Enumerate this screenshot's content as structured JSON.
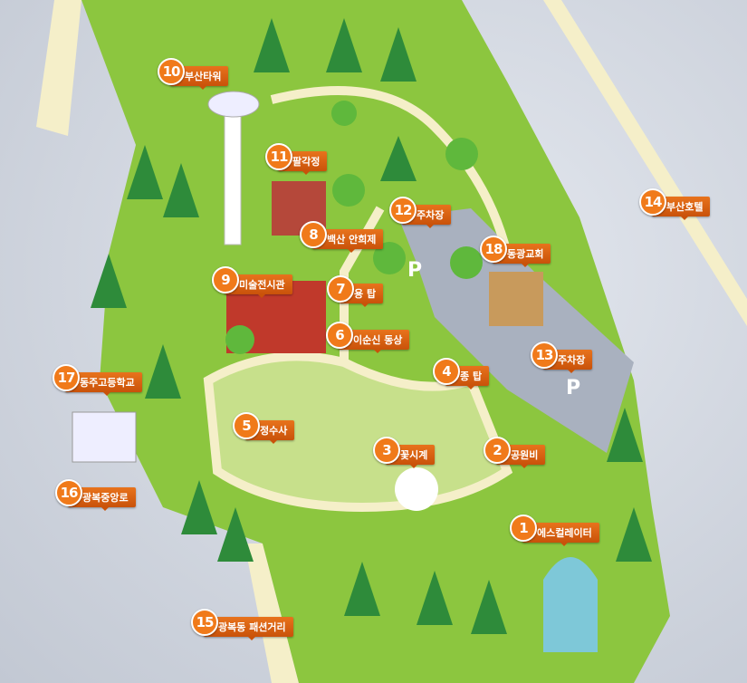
{
  "title": "용두산공원 안내도",
  "markers": [
    {
      "num": "1",
      "label": "에스컬레이터"
    },
    {
      "num": "2",
      "label": "공원비"
    },
    {
      "num": "3",
      "label": "꽃시계"
    },
    {
      "num": "4",
      "label": "종 탑"
    },
    {
      "num": "5",
      "label": "정수사"
    },
    {
      "num": "6",
      "label": "이순신 동상"
    },
    {
      "num": "7",
      "label": "용 탑"
    },
    {
      "num": "8",
      "label": "백산 안희제"
    },
    {
      "num": "9",
      "label": "미술전시관"
    },
    {
      "num": "10",
      "label": "부산타워"
    },
    {
      "num": "11",
      "label": "팔각정"
    },
    {
      "num": "12",
      "label": "주차장"
    },
    {
      "num": "13",
      "label": "주차장"
    },
    {
      "num": "14",
      "label": "부산호텔"
    },
    {
      "num": "15",
      "label": "광복동 패션거리"
    },
    {
      "num": "16",
      "label": "광복중앙로"
    },
    {
      "num": "17",
      "label": "동주고등학교"
    },
    {
      "num": "18",
      "label": "동광교회"
    }
  ],
  "colors": {
    "marker": "#f07a1a",
    "park": "#8cc63f",
    "road": "#f7f0c8",
    "lot": "#a9b1bf"
  }
}
